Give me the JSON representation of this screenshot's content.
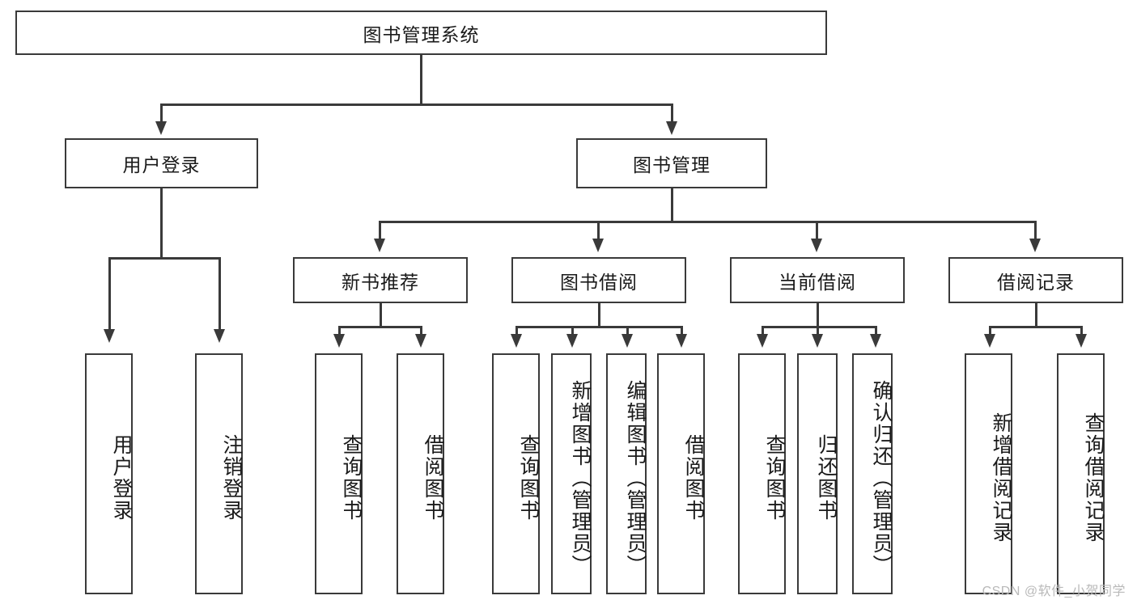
{
  "diagram": {
    "type": "tree",
    "title": "图书管理系统",
    "orientation": "top-down",
    "watermark": "CSDN @软件_小贺同学",
    "colors": {
      "box_border": "#3a3a3a",
      "box_fill": "#ffffff",
      "text": "#1a1a1a",
      "edge": "#3a3a3a",
      "watermark": "#b9b9b9"
    },
    "root": {
      "label": "图书管理系统"
    },
    "level2": [
      {
        "label": "用户登录"
      },
      {
        "label": "图书管理"
      }
    ],
    "level3": [
      {
        "label": "新书推荐"
      },
      {
        "label": "图书借阅"
      },
      {
        "label": "当前借阅"
      },
      {
        "label": "借阅记录"
      }
    ],
    "leaves": {
      "user_login": [
        {
          "label": "用户登录"
        },
        {
          "label": "注销登录"
        }
      ],
      "new_book": [
        {
          "label": "查询图书"
        },
        {
          "label": "借阅图书"
        }
      ],
      "book_borrow": [
        {
          "label": "查询图书"
        },
        {
          "label": "新增图书（管理员）"
        },
        {
          "label": "编辑图书（管理员）"
        },
        {
          "label": "借阅图书"
        }
      ],
      "current_borrow": [
        {
          "label": "查询图书"
        },
        {
          "label": "归还图书"
        },
        {
          "label": "确认归还（管理员）"
        }
      ],
      "borrow_record": [
        {
          "label": "新增借阅记录"
        },
        {
          "label": "查询借阅记录"
        }
      ]
    }
  }
}
